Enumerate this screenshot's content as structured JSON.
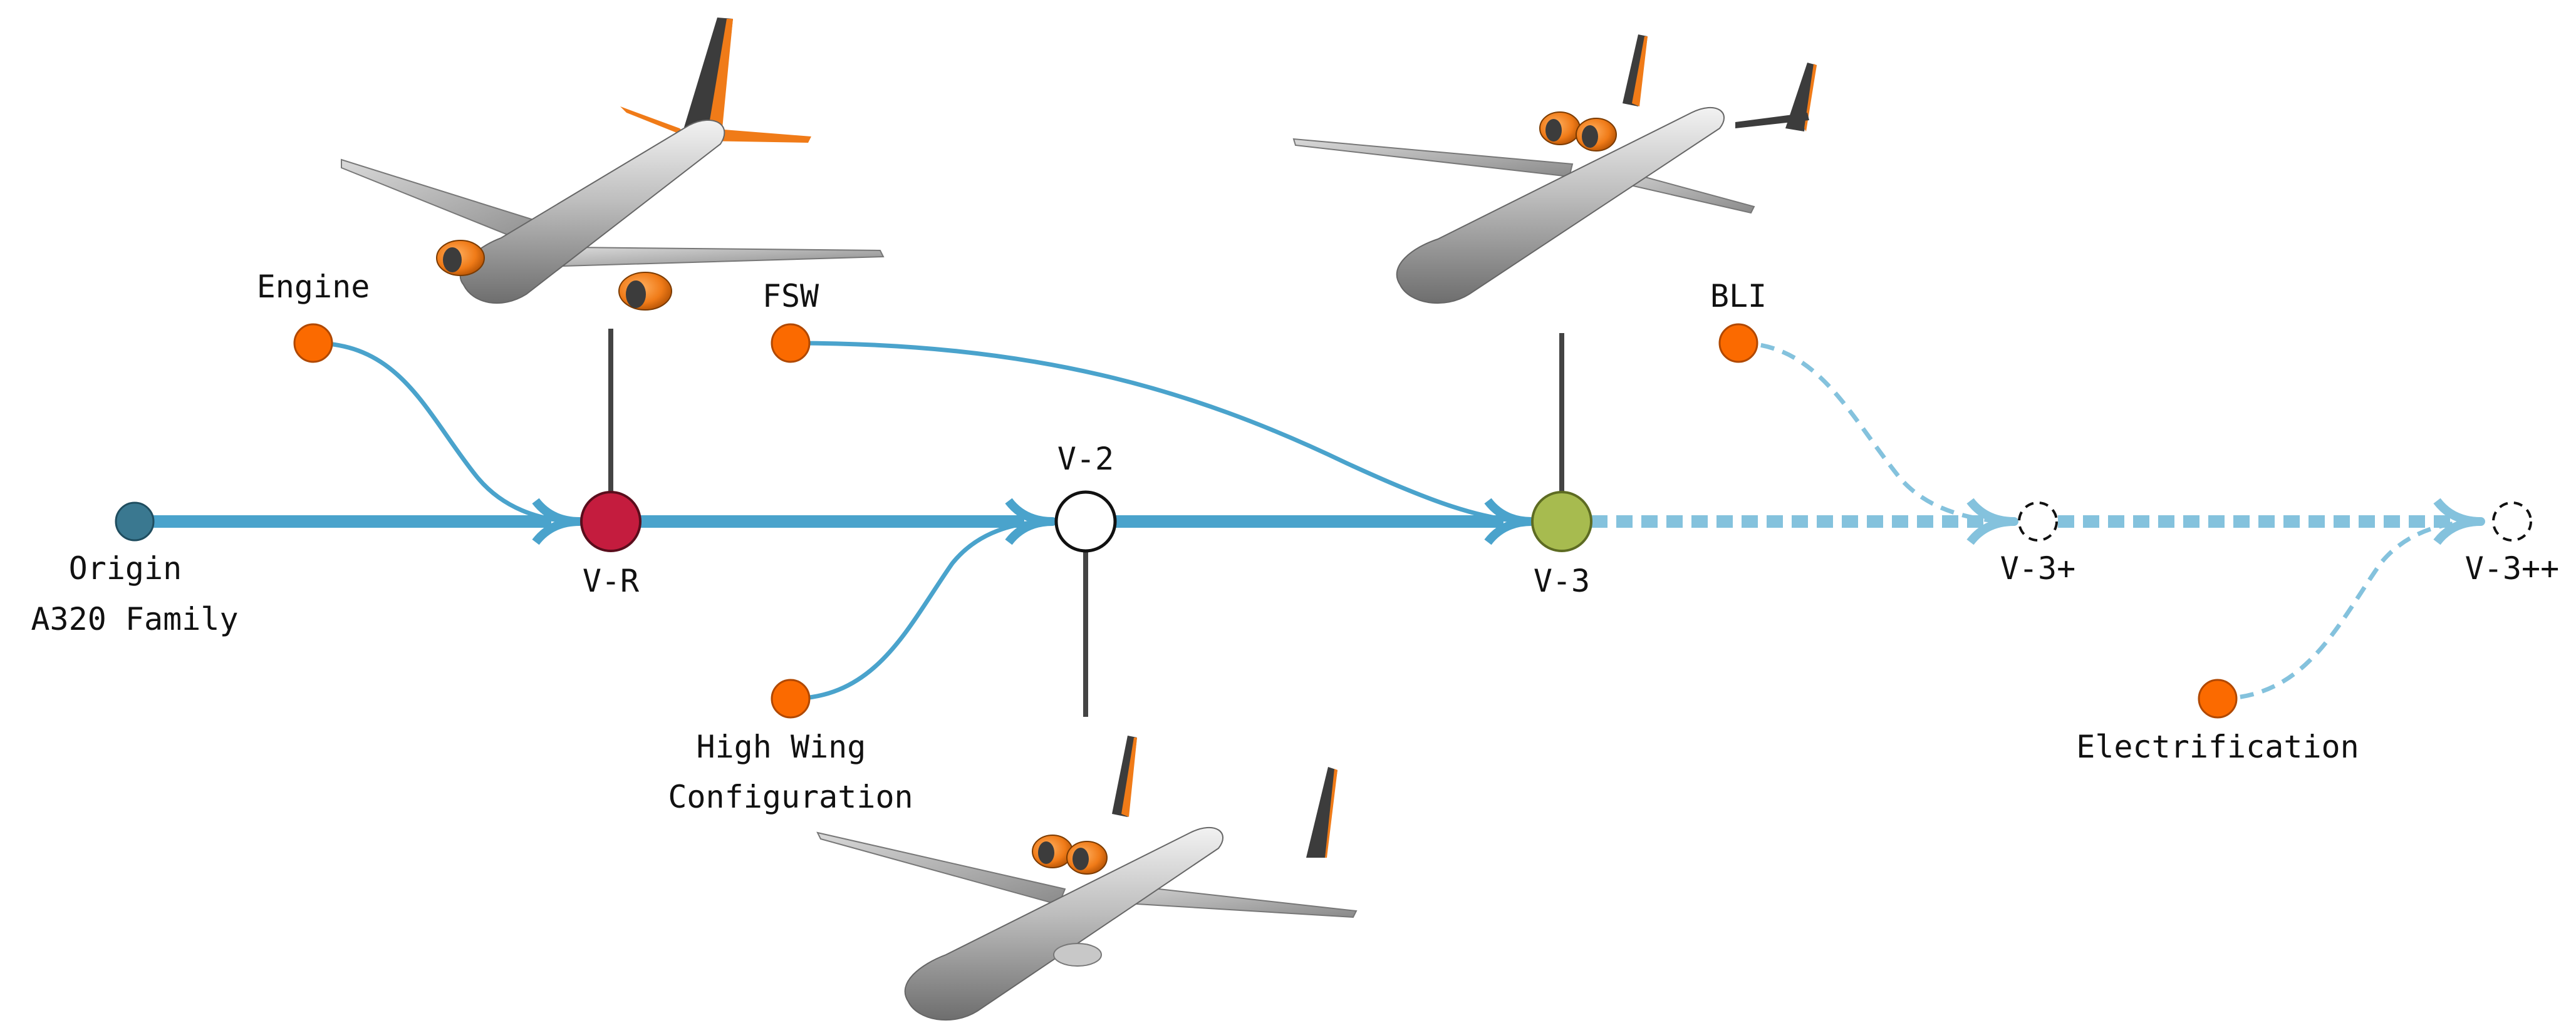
{
  "colors": {
    "main_line": "#4aa3cc",
    "future_line": "#84c2dd",
    "feature_node": "#fb6a00",
    "origin_node": "#3a7890",
    "vr_node": "#c41c3e",
    "v3_node": "#a7bb4f",
    "connector": "#444444",
    "aircraft_body": "#b8b8b8",
    "aircraft_accent": "#f07b18",
    "aircraft_dark": "#3c3c3c"
  },
  "milestones": [
    {
      "id": "origin",
      "label_lines": [
        "Origin",
        "A320 Family"
      ],
      "fill": "#3a7890",
      "style": "solid"
    },
    {
      "id": "v-r",
      "label_lines": [
        "V-R"
      ],
      "fill": "#c41c3e",
      "style": "solid"
    },
    {
      "id": "v-2",
      "label_lines": [
        "V-2"
      ],
      "fill": "#ffffff",
      "style": "solid"
    },
    {
      "id": "v-3",
      "label_lines": [
        "V-3"
      ],
      "fill": "#a7bb4f",
      "style": "solid"
    },
    {
      "id": "v-3plus",
      "label_lines": [
        "V-3+"
      ],
      "fill": "#ffffff",
      "style": "dashed"
    },
    {
      "id": "v-3plusplus",
      "label_lines": [
        "V-3++"
      ],
      "fill": "#ffffff",
      "style": "dashed"
    }
  ],
  "features": [
    {
      "id": "engine",
      "label_lines": [
        "Engine"
      ],
      "target": "v-r",
      "style": "solid"
    },
    {
      "id": "fsw",
      "label_lines": [
        "FSW"
      ],
      "target": "v-3",
      "style": "solid"
    },
    {
      "id": "high-wing",
      "label_lines": [
        "High Wing",
        "Configuration"
      ],
      "target": "v-2",
      "style": "solid"
    },
    {
      "id": "bli",
      "label_lines": [
        "BLI"
      ],
      "target": "v-3plus",
      "style": "dashed"
    },
    {
      "id": "electrification",
      "label_lines": [
        "Electrification"
      ],
      "target": "v-3plusplus",
      "style": "dashed"
    }
  ],
  "aircraft": [
    {
      "id": "aircraft-v-r",
      "attached_to": "v-r",
      "variant": "low-wing-underwing-engines"
    },
    {
      "id": "aircraft-v-2",
      "attached_to": "v-2",
      "variant": "high-wing-rear-engines"
    },
    {
      "id": "aircraft-v-3",
      "attached_to": "v-3",
      "variant": "forward-swept-rear-engines"
    }
  ]
}
